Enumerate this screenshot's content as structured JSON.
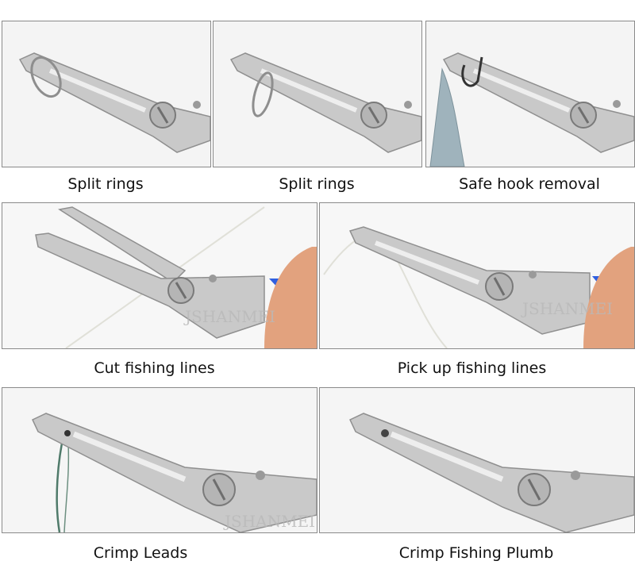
{
  "panels": [
    {
      "id": "split-rings-1",
      "caption": "Split rings"
    },
    {
      "id": "split-rings-2",
      "caption": "Split rings"
    },
    {
      "id": "safe-hook-removal",
      "caption": "Safe hook removal"
    },
    {
      "id": "cut-fishing-lines",
      "caption": "Cut fishing lines",
      "watermark": "JSHANMEI"
    },
    {
      "id": "pick-up-fishing-lines",
      "caption": "Pick up fishing lines",
      "watermark": "JSHANMEI"
    },
    {
      "id": "crimp-leads",
      "caption": "Crimp Leads",
      "watermark": "JSHANMEI"
    },
    {
      "id": "crimp-fishing-plumb",
      "caption": "Crimp Fishing Plumb"
    }
  ],
  "colors": {
    "steel": "#c9c9c9",
    "steel_dark": "#8f8f8f",
    "frame_border": "#8a8a8a",
    "thumb_accent": "#2f5fe0",
    "finger": "#e2a27e",
    "fishing_line": "#e8e8e0",
    "leader_line": "#4f7a6a",
    "lure": "#9fb3bc"
  }
}
